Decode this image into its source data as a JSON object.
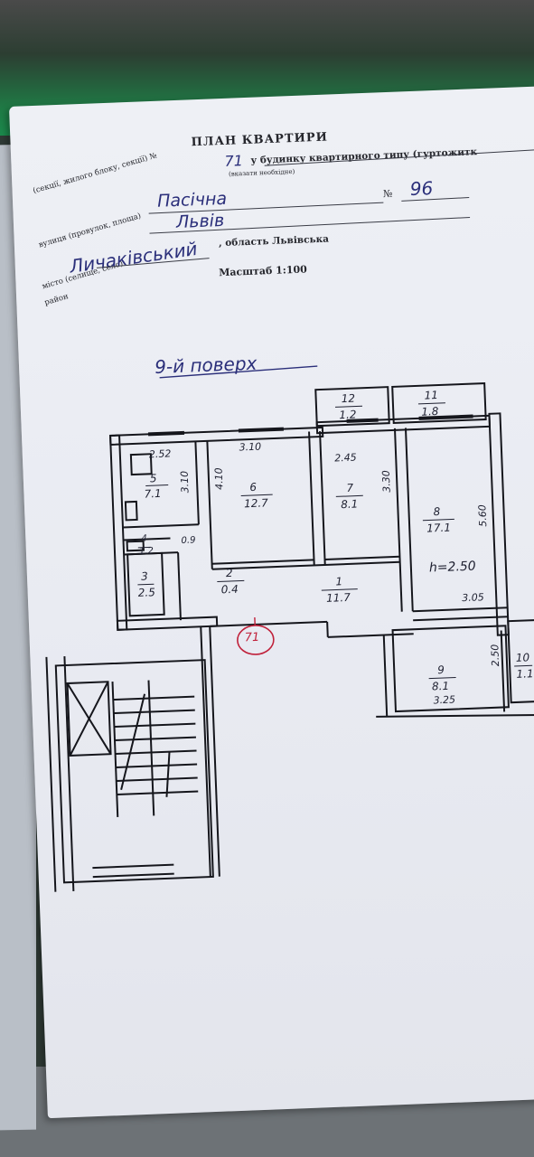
{
  "header": {
    "title": "ПЛАН КВАРТИРИ",
    "line1_prefix": "(секції, жилого блоку, секції) №",
    "apartment_no": "71",
    "line1_suffix": "у будинку квартирного типу (гуртожитк",
    "line1_note": "(вказати необхідне)",
    "street_prefix": "вулиця (провулок, площа)",
    "street": "Пасічна",
    "house_prefix": "№",
    "house_no": "96",
    "city_prefix": "місто (селище, село)",
    "city": "Львів",
    "district_prefix": "район",
    "district": "Личаківський",
    "region": ", область Львівська",
    "scale": "Масштаб 1:100"
  },
  "floor_label": "9-й поверх",
  "plan": {
    "apartment_circle": "71",
    "ceiling_height": "h=2.50",
    "rooms": [
      {
        "no": "1",
        "area": "11.7"
      },
      {
        "no": "2",
        "area": "0.4"
      },
      {
        "no": "3",
        "area": "2.5"
      },
      {
        "no": "4",
        "area": "1.2"
      },
      {
        "no": "5",
        "area": "7.1"
      },
      {
        "no": "6",
        "area": "12.7"
      },
      {
        "no": "7",
        "area": "8.1"
      },
      {
        "no": "8",
        "area": "17.1"
      },
      {
        "no": "9",
        "area": "8.1"
      },
      {
        "no": "10",
        "area": "1.1"
      },
      {
        "no": "11",
        "area": "1.8"
      },
      {
        "no": "12",
        "area": "1.2"
      }
    ],
    "dimensions": {
      "d_252": "2.52",
      "d_310a": "3.10",
      "d_310b": "3.10",
      "d_410": "4.10",
      "d_245": "2.45",
      "d_330": "3.30",
      "d_560": "5.60",
      "d_305": "3.05",
      "d_250": "2.50",
      "d_325": "3.25",
      "d_09": "0.9"
    }
  },
  "colors": {
    "paper": "#eceef4",
    "ink": "#1e2030",
    "handwriting": "#2b2f7a",
    "stamp": "#c0203a",
    "cloth": "#1b8a4c"
  }
}
